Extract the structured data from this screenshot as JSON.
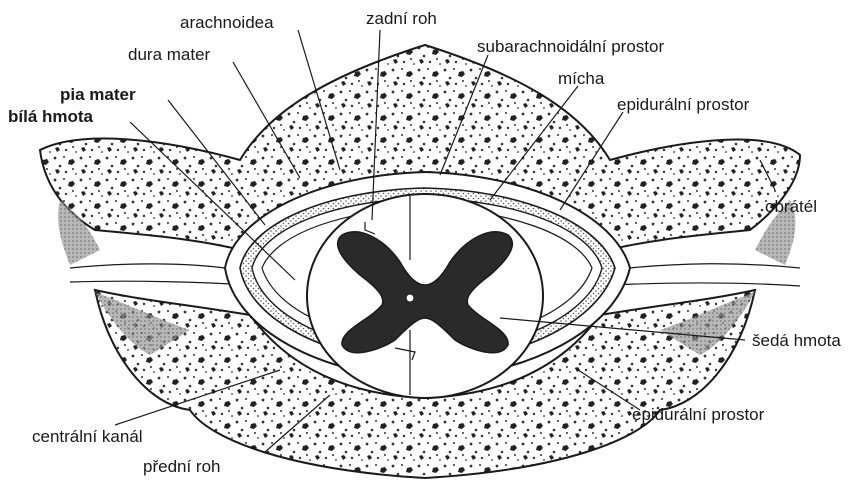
{
  "labels": {
    "arachnoidea": "arachnoidea",
    "zadni_roh": "zadní roh",
    "dura_mater": "dura mater",
    "subarachnoidalni_prostor": "subarachnoidální prostor",
    "micha": "mícha",
    "pia_mater": "pia mater",
    "epiduralni_prostor_top": "epidurální prostor",
    "bila_hmota": "bílá hmota",
    "obratel": "obrátél",
    "seda_hmota": "šedá hmota",
    "centralni_kanal": "centrální kanál",
    "epiduralni_prostor_bottom": "epidurální prostor",
    "predni_roh": "přední roh"
  },
  "colors": {
    "ink": "#1a1a1a",
    "bone": "#ffffff",
    "grey_matter": "#2a2a2a",
    "stipple": "#3a3a3a"
  }
}
